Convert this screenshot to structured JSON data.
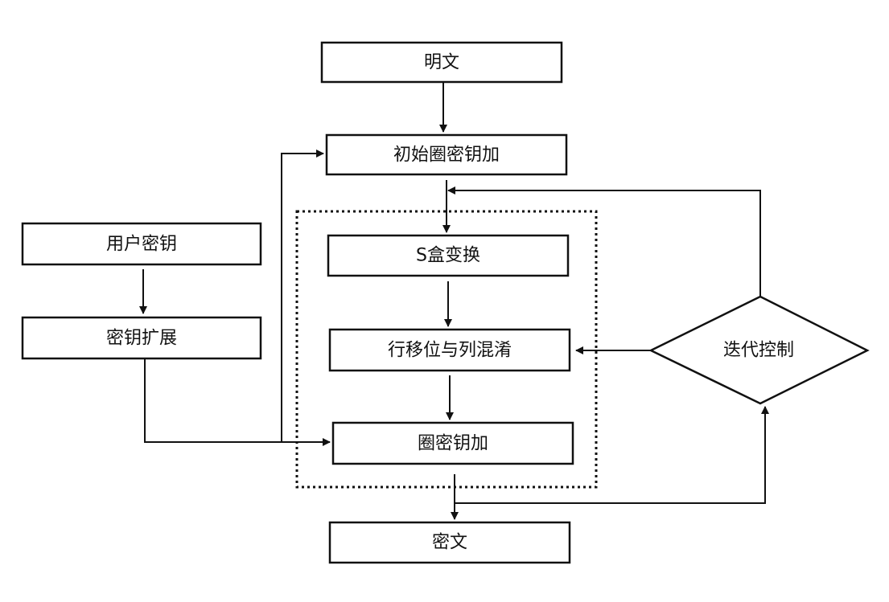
{
  "diagram": {
    "nodes": {
      "plaintext": "明文",
      "initial_round_key_add": "初始圈密钥加",
      "user_key": "用户密钥",
      "key_expansion": "密钥扩展",
      "sbox_substitution": "S盒变换",
      "shift_rows_mix_columns": "行移位与列混淆",
      "round_key_add": "圈密钥加",
      "iteration_control": "迭代控制",
      "ciphertext": "密文"
    }
  }
}
